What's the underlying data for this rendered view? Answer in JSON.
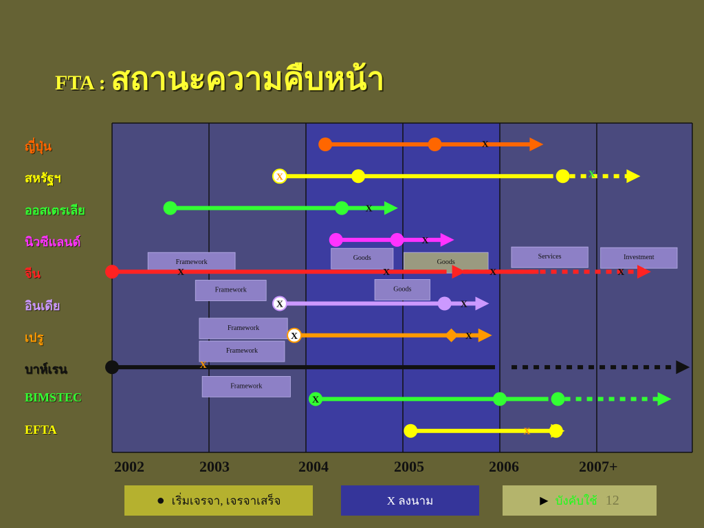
{
  "slide": {
    "title_prefix": "FTA : ",
    "title_main": "สถานะความคืบหน้า",
    "page_number": "12"
  },
  "colors": {
    "background": "#656234",
    "grid_light": "#4a4a7e",
    "grid_dark": "#3c3ca0",
    "title": "#ffff33"
  },
  "countries": [
    {
      "label": "ญี่ปุ่น",
      "color": "#ff6600"
    },
    {
      "label": "สหรัฐฯ",
      "color": "#ffff00"
    },
    {
      "label": "ออสเตรเลีย",
      "color": "#33ff33"
    },
    {
      "label": "นิวซีแลนด์",
      "color": "#ff33ff"
    },
    {
      "label": "จีน",
      "color": "#ff2222"
    },
    {
      "label": "อินเดีย",
      "color": "#cc99ff"
    },
    {
      "label": "เปรู",
      "color": "#ff9900"
    },
    {
      "label": "บาห์เรน",
      "color": "#111111"
    },
    {
      "label": "BIMSTEC",
      "color": "#33ff33"
    },
    {
      "label": "EFTA",
      "color": "#ffff00"
    }
  ],
  "years": [
    "2002",
    "2003",
    "2004",
    "2005",
    "2006",
    "2007+"
  ],
  "legend": {
    "start_finish": "เริ่มเจรจา, เจรจาเสร็จ",
    "sign": "X ลงนาม",
    "in_force": "บังคับใช้"
  },
  "chart_data": {
    "type": "timeline",
    "x_axis_years": [
      "2002",
      "2003",
      "2004",
      "2005",
      "2006",
      "2007+"
    ],
    "rows": [
      {
        "label": "ญี่ปุ่น",
        "color": "#ff6600",
        "start": 2004.2,
        "end": 2006.45,
        "dashed_to": null,
        "dots": [
          2004.2,
          2005.33
        ],
        "signs": [
          2005.85
        ],
        "diamonds": []
      },
      {
        "label": "สหรัฐฯ",
        "color": "#ffff00",
        "start": 2003.73,
        "end": 2006.65,
        "dashed_to": 2007.45,
        "dots": [
          2004.54,
          2006.65
        ],
        "signs": [
          2003.73,
          2006.95
        ],
        "diamonds": []
      },
      {
        "label": "ออสเตรเลีย",
        "color": "#33ff33",
        "start": 2002.6,
        "end": 2004.95,
        "dashed_to": null,
        "dots": [
          2002.6,
          2004.37
        ],
        "signs": [
          2004.65
        ],
        "diamonds": []
      },
      {
        "label": "นิวซีแลนด์",
        "color": "#ff33ff",
        "start": 2004.31,
        "end": 2005.53,
        "dashed_to": null,
        "dots": [
          2004.31,
          2004.94
        ],
        "signs": [
          2005.23
        ],
        "diamonds": []
      },
      {
        "label": "จีน",
        "color": "#ff2222",
        "start": 2002,
        "end": 2005.55,
        "dashed_to": 2007.56,
        "dots": [
          2002
        ],
        "signs": [
          2002.71,
          2004.83,
          2005.93,
          2007.25
        ],
        "diamonds": [],
        "segments": [
          [
            2005.62,
            2006.4
          ]
        ]
      },
      {
        "label": "อินเดีย",
        "color": "#cc99ff",
        "start": 2003.73,
        "end": 2005.89,
        "dashed_to": null,
        "dots": [
          2005.43
        ],
        "signs": [
          2003.73,
          2005.63
        ],
        "diamonds": []
      },
      {
        "label": "เปรู",
        "color": "#ff9900",
        "start": 2003.88,
        "end": 2005.92,
        "dashed_to": null,
        "dots": [
          2003.88
        ],
        "signs": [
          2003.88,
          2005.68
        ],
        "diamonds": [
          2005.5
        ]
      },
      {
        "label": "บาห์เรน",
        "color": "#111111",
        "start": 2002,
        "end": 2006.05,
        "dashed_to": 2007.96,
        "dots": [
          2002
        ],
        "signs": [
          2002.94
        ],
        "diamonds": []
      },
      {
        "label": "BIMSTEC",
        "color": "#33ff33",
        "start": 2004.1,
        "end": 2006.6,
        "dashed_to": 2007.77,
        "dots": [
          2004.1,
          2006.0,
          2006.6
        ],
        "signs": [
          2004.1
        ],
        "diamonds": []
      },
      {
        "label": "EFTA",
        "color": "#ffff00",
        "start": 2005.08,
        "end": 2006.67,
        "dashed_to": null,
        "dots": [
          2005.08,
          2006.58
        ],
        "signs": [
          2006.28
        ],
        "diamonds": []
      }
    ],
    "phase_boxes": [
      {
        "label": "Framework",
        "row": "จีน",
        "start": 2002.37,
        "end": 2003.27,
        "fill": "#8d80c6"
      },
      {
        "label": "Goods",
        "row": "จีน",
        "start": 2004.26,
        "end": 2004.9,
        "fill": "#8d80c6"
      },
      {
        "label": "Goods",
        "row": "จีน",
        "start": 2005.01,
        "end": 2005.88,
        "fill": "#9a9a80"
      },
      {
        "label": "Services",
        "row": "จีน",
        "start": 2006.12,
        "end": 2006.91,
        "fill": "#8d80c6"
      },
      {
        "label": "Investment",
        "row": "จีน",
        "start": 2007.04,
        "end": 2007.83,
        "fill": "#8d80c6"
      },
      {
        "label": "Framework",
        "row": "อินเดีย",
        "start": 2002.86,
        "end": 2003.59,
        "fill": "#8d80c6"
      },
      {
        "label": "Goods",
        "row": "อินเดีย",
        "start": 2004.71,
        "end": 2005.28,
        "fill": "#8d80c6"
      },
      {
        "label": "Framework",
        "row": "เปรู",
        "start": 2002.9,
        "end": 2003.81,
        "fill": "#8d80c6"
      },
      {
        "label": "Framework",
        "row": "บาห์เรน",
        "start": 2002.9,
        "end": 2003.78,
        "fill": "#8d80c6"
      },
      {
        "label": "Framework",
        "row": "BIMSTEC",
        "start": 2002.93,
        "end": 2003.84,
        "fill": "#8d80c6"
      }
    ]
  }
}
